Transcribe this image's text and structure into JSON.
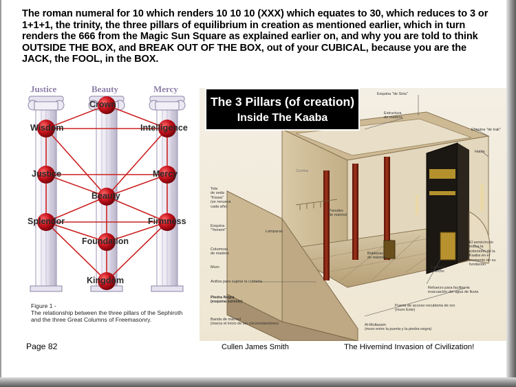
{
  "paragraph": "The roman numeral for 10 which renders 10 10 10 (XXX) which equates to 30, which reduces to 3 or 1+1+1, the trinity, the three pillars of equilibrium in creation as mentioned earlier, which in turn renders the 666 from the Magic Sun Square as explained earlier on, and why you are told to think OUTSIDE THE BOX, and BREAK OUT OF THE BOX, out of your CUBICAL, because you are the JACK, the FOOL, in the BOX.",
  "sephiroth": {
    "column_titles": [
      "Justice",
      "Beauty",
      "Mercy"
    ],
    "nodes": {
      "crown": "Crown",
      "wisdom": "Wisdom",
      "intelligence": "Intelligence",
      "justice": "Justice",
      "mercy": "Mercy",
      "beauty": "Beauty",
      "splendor": "Splendor",
      "firmness": "Firmness",
      "foundation": "Foundation",
      "kingdom": "Kingdom"
    },
    "caption_line1": "Figure 1 -",
    "caption_line2": "The relationship between the three pillars of the Sephiroth",
    "caption_line3": "and the three Great Columns of Freemasonry."
  },
  "kaaba": {
    "banner_line1": "The 3 Pillars (of creation)",
    "banner_line2": "Inside The Kaaba",
    "labels": {
      "esquina_siria": "Esquina \"de Siria\"",
      "estructura": "Estructura\nde madera",
      "esquina_irak": "Esquina \"de Irak\"",
      "hatim": "Hatim",
      "cortina": "Cortina",
      "tela": "Tela\nde seda\n\"Kiswa\"\n(se renueva\ncada año)",
      "paredes": "Paredes\nde mármol",
      "esquina_yemeni": "Esquina\n\"Yemeni\"",
      "lamparas": "Lámparas",
      "columnas": "Columnas\nde madera",
      "baldosas": "Baldosas\nde mármol",
      "semicirculo": "El semicírculo\nindica la\nextensión de la\nKaaba en el\nmomento de su\nfundación",
      "muro": "Muro",
      "escalera": "Escalera\nal techo",
      "anillos": "Anillos para sujetar la cubierta",
      "refuerzo": "Refuerzo para facilitar la\nevacuación del agua de lluvia",
      "piedra_negra": "Piedra Negra\n(esquina sureste)",
      "puerta": "Puerta de acceso recubierta de oro\n(muro Este)",
      "banda": "Banda de mármol\n(marca el inicio de las circunvalaciones)",
      "multazam": "Al-Multazam\n(muro entre la puerta y la piedra negra)"
    }
  },
  "footer": {
    "page": "Page 82",
    "author": "Cullen James Smith",
    "title": "The Hivemind Invasion of Civilization!"
  },
  "colors": {
    "node_red": "#c8141e",
    "column_purple": "#8c7fa8",
    "path_red": "#cc2020"
  }
}
